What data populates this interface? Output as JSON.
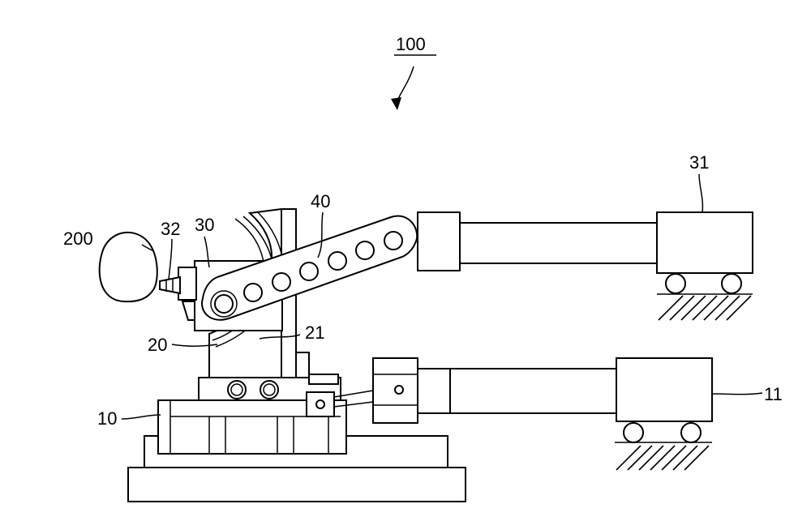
{
  "figure": {
    "labels": {
      "l100": "100",
      "l31": "31",
      "l40": "40",
      "l32": "32",
      "l30": "30",
      "l200": "200",
      "l20": "20",
      "l21": "21",
      "l10": "10",
      "l11": "11"
    },
    "colors": {
      "line": "#000000",
      "background": "#ffffff"
    }
  }
}
